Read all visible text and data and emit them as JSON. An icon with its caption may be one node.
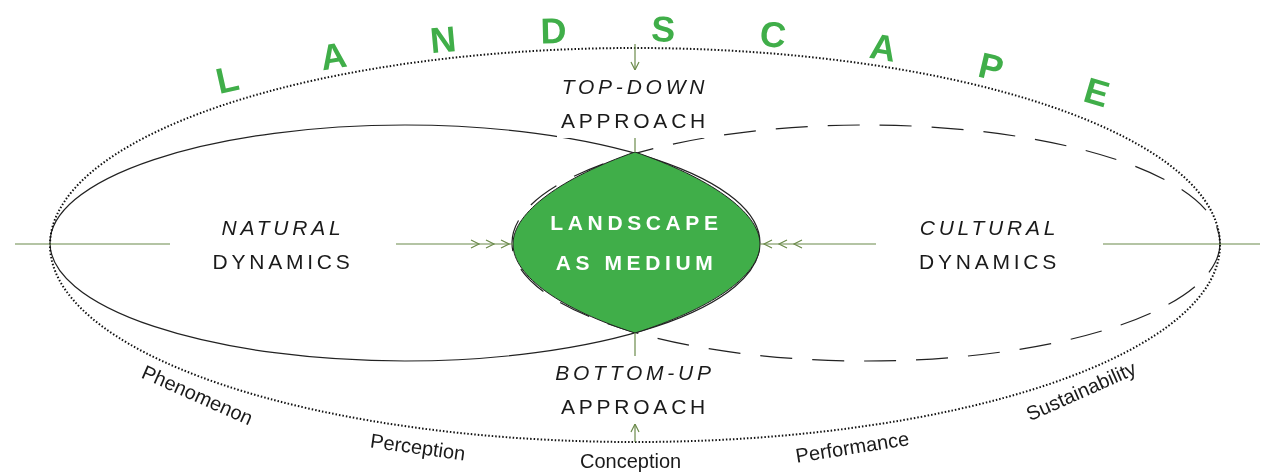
{
  "diagram": {
    "title": "LANDSCAPE",
    "nodes": [
      {
        "text": [
          "NATURAL",
          "DYNAMICS"
        ]
      },
      {
        "text": [
          "LANDSCAPE AS MEDIUM"
        ]
      },
      {
        "text": [
          "CULTURAL",
          "DYNAMICS"
        ]
      },
      {
        "text": [
          "TOP-DOWN",
          "APPROACH"
        ]
      },
      {
        "text": [
          "BOTTOM-UP",
          "APPROACH"
        ]
      }
    ],
    "edges": [
      {
        "from": null,
        "to": 0,
        "arrow": "none"
      },
      {
        "from": 0,
        "to": 1,
        "arrow": "to"
      },
      {
        "from": null,
        "to": 2,
        "arrow": "none"
      },
      {
        "from": 2,
        "to": 1,
        "arrow": "to"
      },
      {
        "from": null,
        "to": 3,
        "arrow": "to"
      },
      {
        "from": 3,
        "to": 1,
        "arrow": "none"
      },
      {
        "from": null,
        "to": 4,
        "arrow": "to"
      },
      {
        "from": 4,
        "to": 1,
        "arrow": "none"
      }
    ],
    "labels": [
      "Phenomenon",
      "Perception",
      "Conception",
      "Performance",
      "Sustainability"
    ]
  }
}
